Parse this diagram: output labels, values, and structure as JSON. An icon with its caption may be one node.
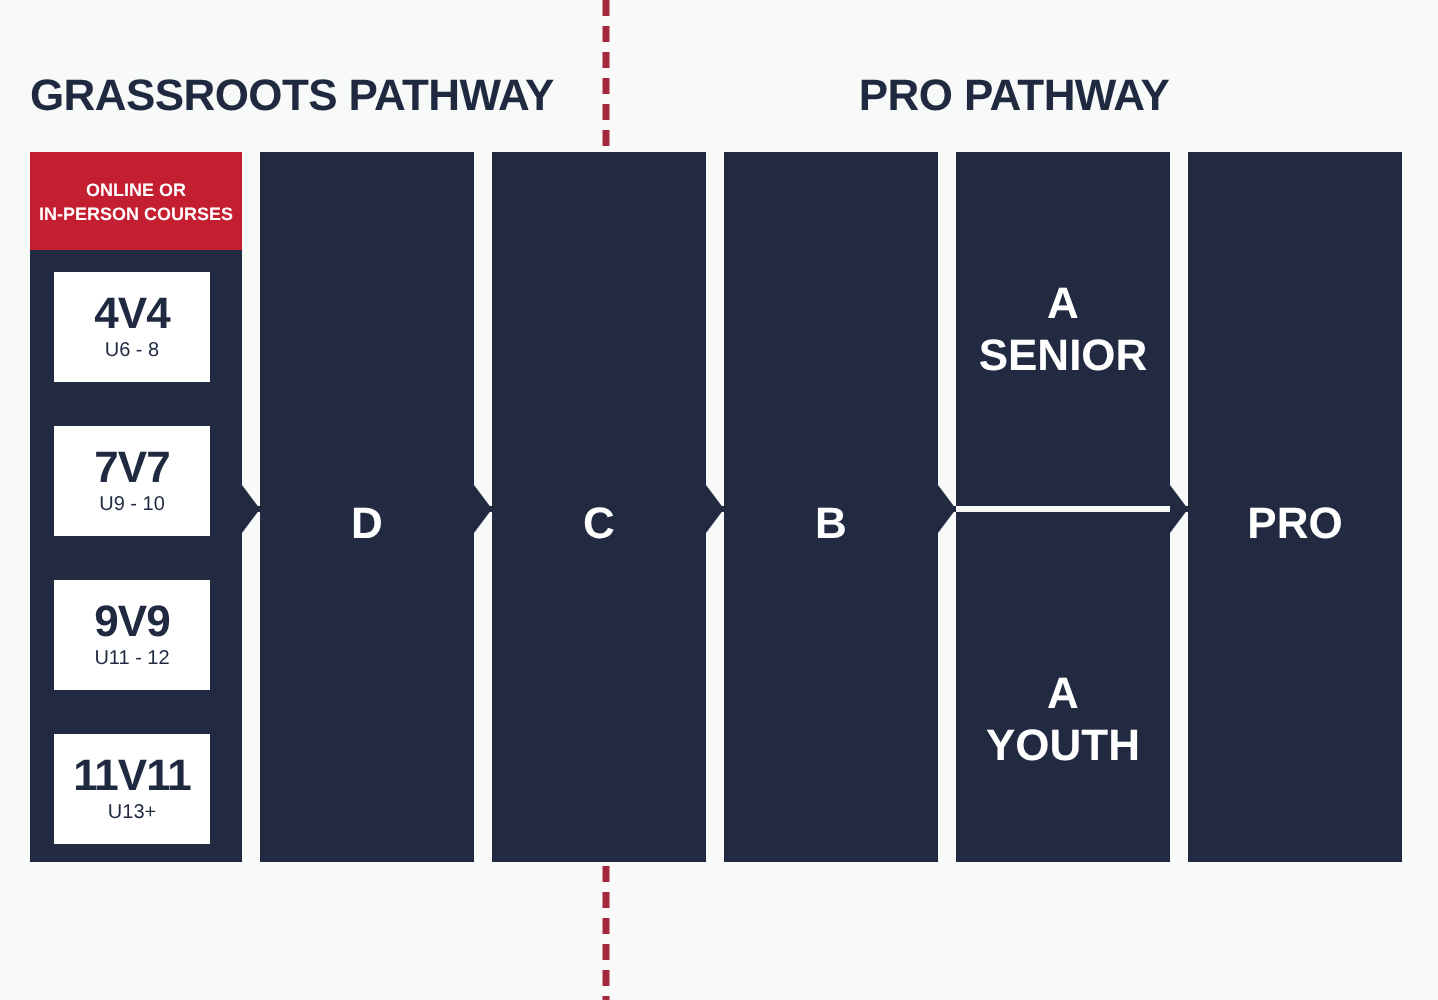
{
  "diagram": {
    "nodes": [
      {
        "text": [
          "ONLINE OR IN-PERSON COURSES"
        ]
      },
      {
        "text": [
          "4V4",
          "U6 - 8"
        ],
        "in": 0
      },
      {
        "text": [
          "7V7",
          "U9 - 10"
        ],
        "in": 0
      },
      {
        "text": [
          "9V9",
          "U11 - 12"
        ],
        "in": 0
      },
      {
        "text": [
          "11V11",
          "U13+"
        ],
        "in": 0
      },
      {
        "text": [
          "D"
        ]
      },
      {
        "text": [
          "C"
        ]
      },
      {
        "text": [
          "B"
        ]
      },
      {
        "text": [
          "A SENIOR"
        ]
      },
      {
        "text": [
          "A YOUTH"
        ]
      },
      {
        "text": [
          "PRO"
        ]
      }
    ],
    "edges": [
      {
        "from": 0,
        "to": 5,
        "arrow": "to"
      },
      {
        "from": 5,
        "to": 6,
        "arrow": "to"
      },
      {
        "from": 6,
        "to": 7,
        "arrow": "to"
      },
      {
        "from": 7,
        "to": 8,
        "arrow": "to"
      },
      {
        "from": 7,
        "to": 9,
        "arrow": "to"
      },
      {
        "from": 8,
        "to": 10,
        "arrow": "to"
      },
      {
        "from": 9,
        "to": 10,
        "arrow": "to"
      }
    ],
    "labels": [
      "GRASSROOTS PATHWAY",
      "PRO PATHWAY"
    ]
  }
}
